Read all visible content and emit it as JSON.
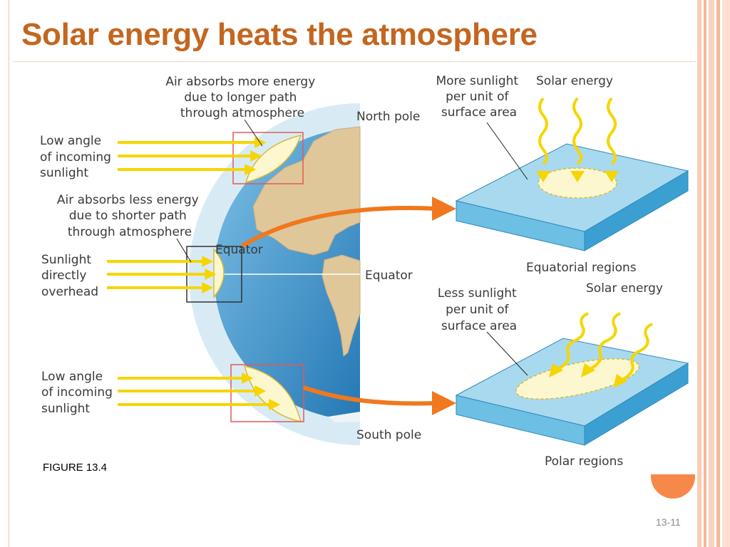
{
  "title": "Solar energy heats the atmosphere",
  "figure": {
    "top_left_text": [
      "Air absorbs more energy",
      "due to longer path",
      "through atmosphere"
    ],
    "low_angle_top": [
      "Low angle",
      "of incoming",
      "sunlight"
    ],
    "air_less_text": [
      "Air absorbs less energy",
      "due to shorter path",
      "through atmosphere"
    ],
    "sunlight_overhead": [
      "Sunlight",
      "directly",
      "overhead"
    ],
    "low_angle_bottom": [
      "Low angle",
      "of incoming",
      "sunlight"
    ],
    "north_pole": "North pole",
    "south_pole": "South pole",
    "equator_on_globe": "Equator",
    "equator_right": "Equator",
    "more_sunlight": [
      "More sunlight",
      "per unit of",
      "surface area"
    ],
    "solar_energy_top": "Solar energy",
    "equatorial_regions": "Equatorial regions",
    "less_sunlight": [
      "Less sunlight",
      "per unit of",
      "surface area"
    ],
    "solar_energy_bottom": "Solar energy",
    "polar_regions": "Polar regions"
  },
  "caption": "FIGURE 13.4",
  "page_number": "13-11",
  "colors": {
    "title": "#c4661f",
    "accent_orange": "#f6894a",
    "sun_arrow": "#f6d500",
    "ocean": "#3a8fc8",
    "atmosphere": "#d8ebf5",
    "land": "#dfc79a",
    "surface_top": "#a9d9ef",
    "surface_side": "#46a6d6"
  }
}
